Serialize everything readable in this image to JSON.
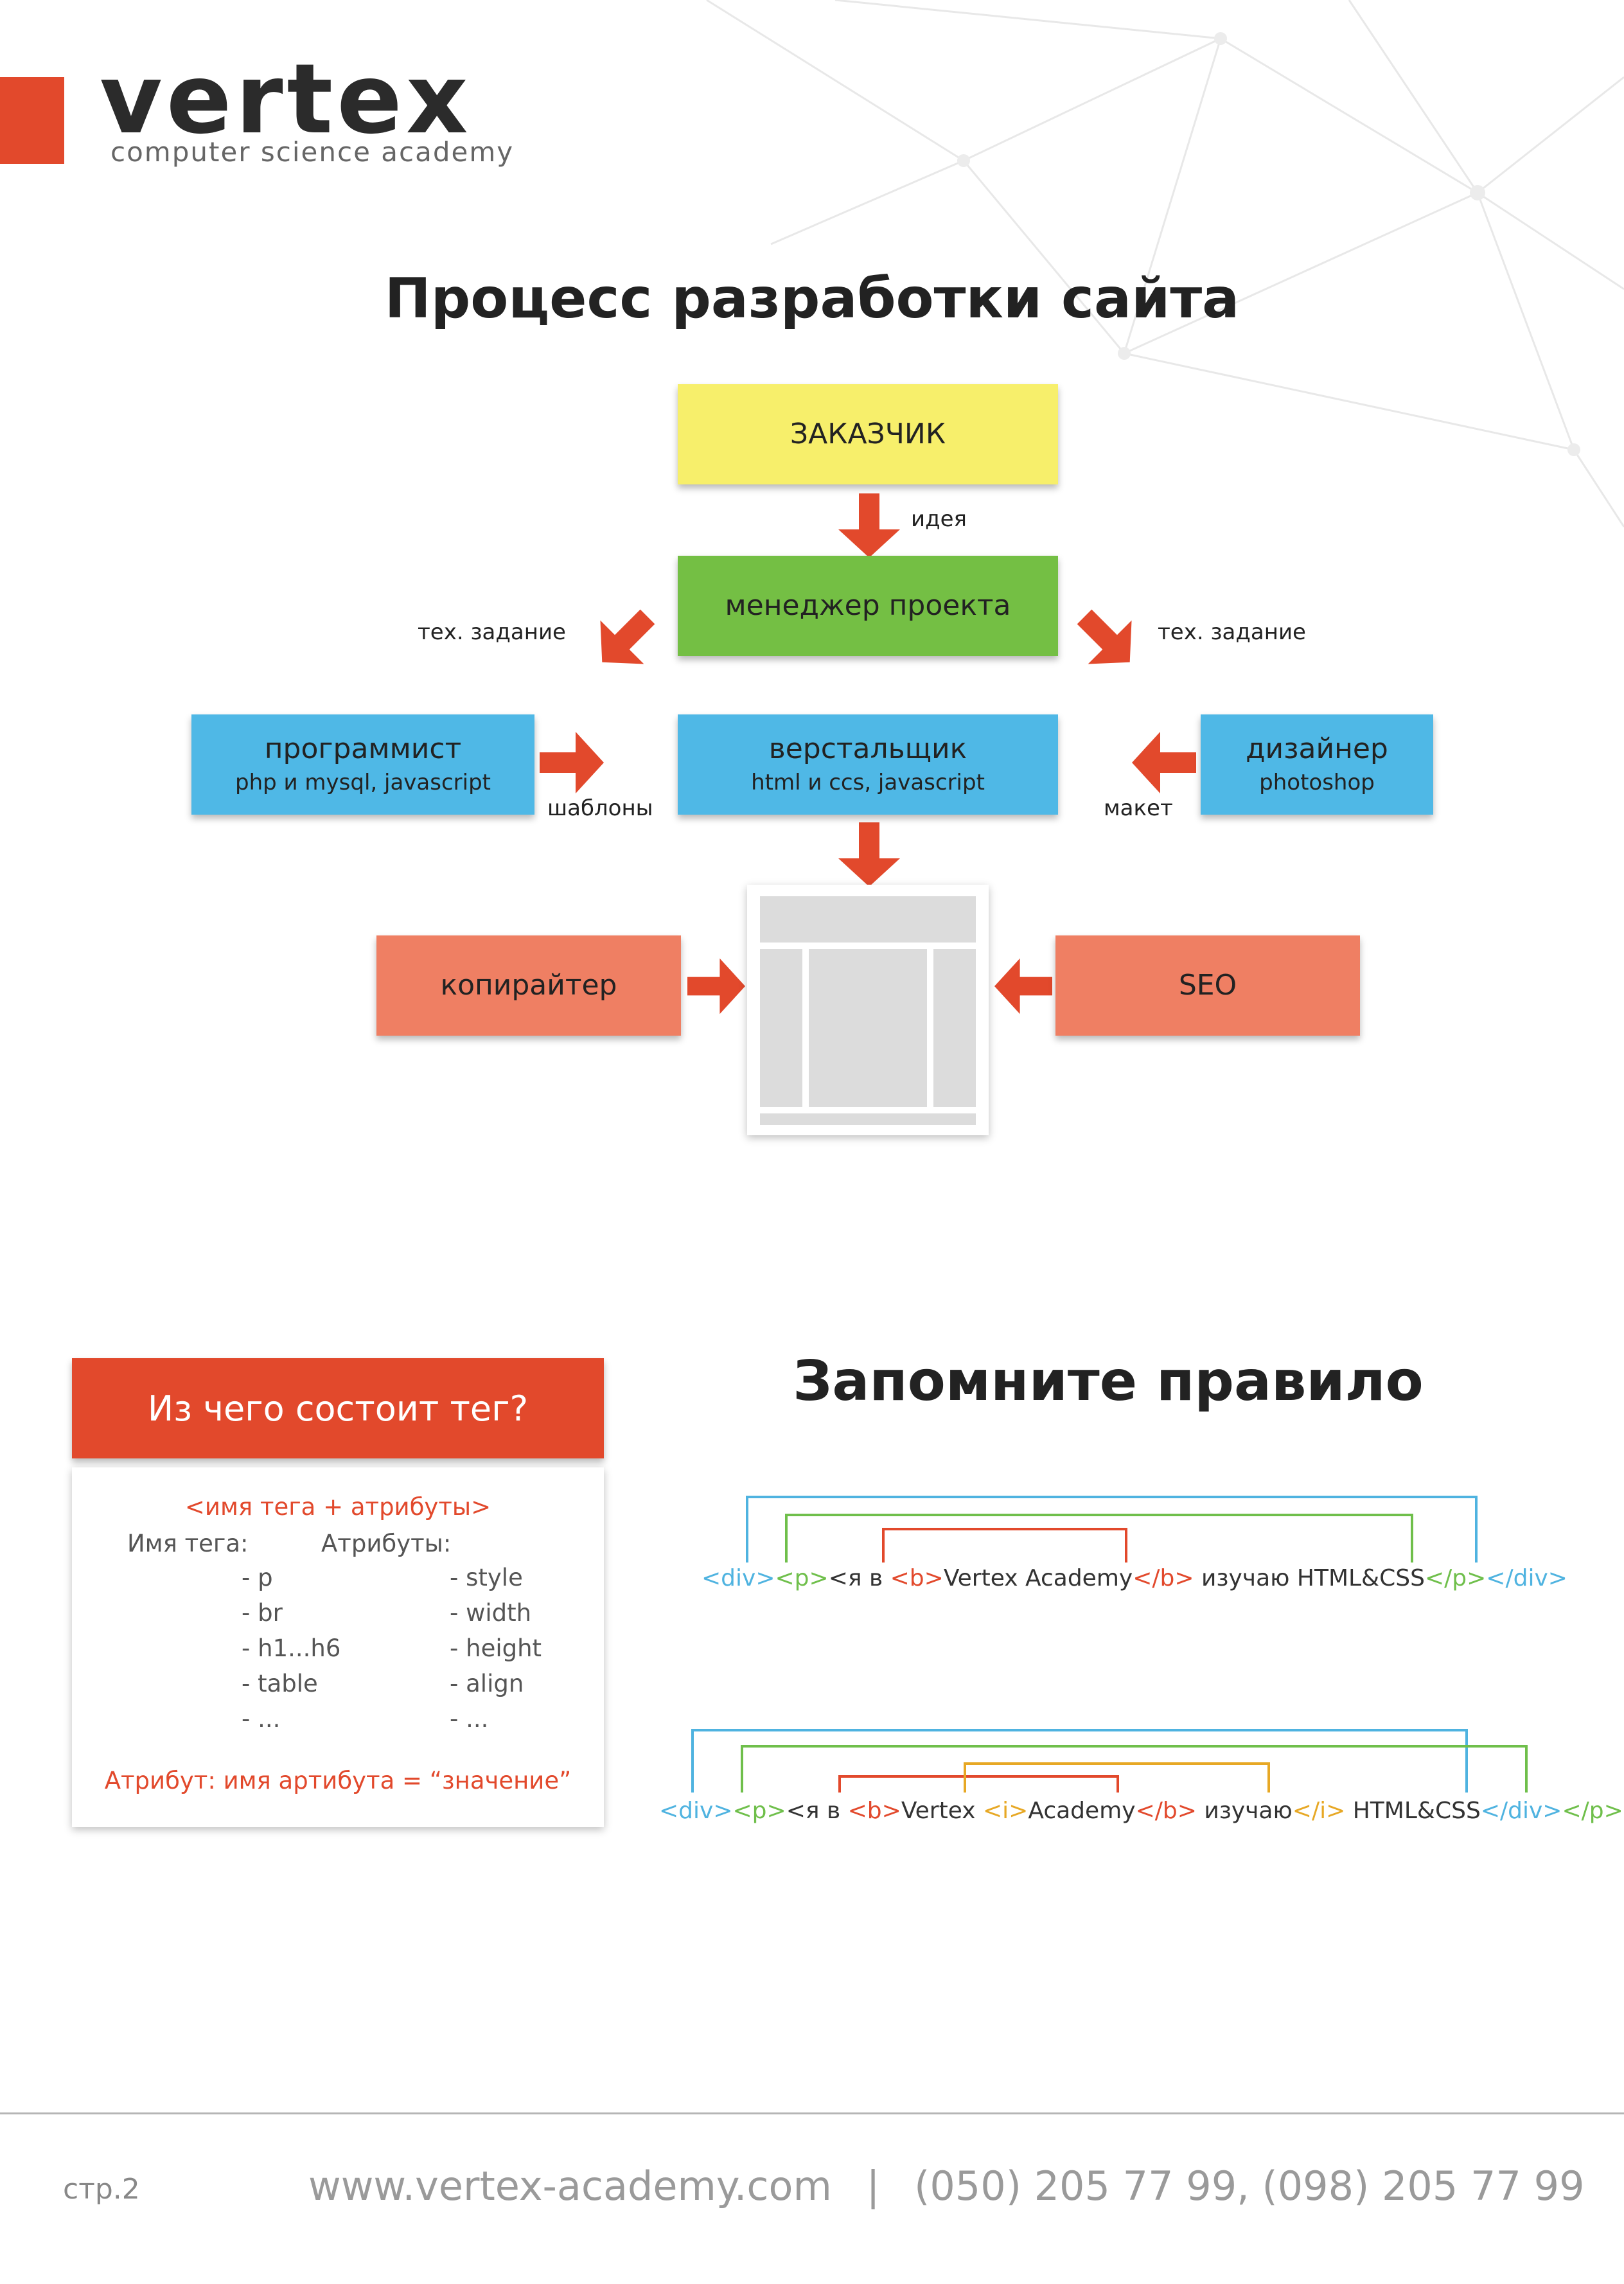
{
  "logo": {
    "brand": "vertex",
    "tagline": "computer science academy"
  },
  "flow": {
    "title": "Процесс разработки сайта",
    "customer": "ЗАКАЗЧИК",
    "idea_label": "идея",
    "manager": "менеджер проекта",
    "spec_left": "тех. задание",
    "spec_right": "тех. задание",
    "programmer": {
      "title": "программист",
      "sub": "php и mysql, javascript"
    },
    "coder": {
      "title": "верстальщик",
      "sub": "html и ccs, javascript"
    },
    "designer": {
      "title": "дизайнер",
      "sub": "photoshop"
    },
    "templates_label": "шаблоны",
    "mockup_label": "макет",
    "copywriter": "копирайтер",
    "seo": "SEO"
  },
  "tag_card": {
    "header": "Из чего состоит тег?",
    "formula": "<имя тега + атрибуты>",
    "names_heading": "Имя тега:",
    "attrs_heading": "Атрибуты:",
    "names": [
      "- p",
      "- br",
      "- h1...h6",
      "- table",
      "- ..."
    ],
    "attrs": [
      "- style",
      "- width",
      "- height",
      "- align",
      "- ..."
    ],
    "attr_rule": "Атрибут: имя артибута = “значение”"
  },
  "rule": {
    "title": "Запомните правило",
    "ex1": {
      "div_open": "<div>",
      "p_open": "<p>",
      "t1": "<я в ",
      "b_open": "<b>",
      "t2": "Vertex Academy",
      "b_close": "</b>",
      "t3": " изучаю HTML&CSS",
      "p_close": "</p>",
      "div_close": "</div>"
    },
    "ex2": {
      "div_open": "<div>",
      "p_open": "<p>",
      "t1": "<я в ",
      "b_open": "<b>",
      "t2": "Vertex ",
      "i_open": "<i>",
      "t3": "Academy",
      "b_close": "</b>",
      "t4": " изучаю",
      "i_close": "</i>",
      "t5": " HTML&CSS",
      "div_close": "</div>",
      "p_close": "</p>"
    }
  },
  "footer": {
    "page": "стр.2",
    "site": "www.vertex-academy.com",
    "separator": "|",
    "phones": "(050) 205 77 99, (098) 205 77 99"
  },
  "colors": {
    "accent_red": "#e2492c",
    "yellow": "#f7ef6b",
    "green": "#74bf44",
    "blue": "#4fb8e6",
    "salmon": "#ef7f63",
    "tag_div": "#4fb3e0",
    "tag_p": "#6fbf4b",
    "tag_b": "#e2492c",
    "tag_i": "#e7a825"
  }
}
